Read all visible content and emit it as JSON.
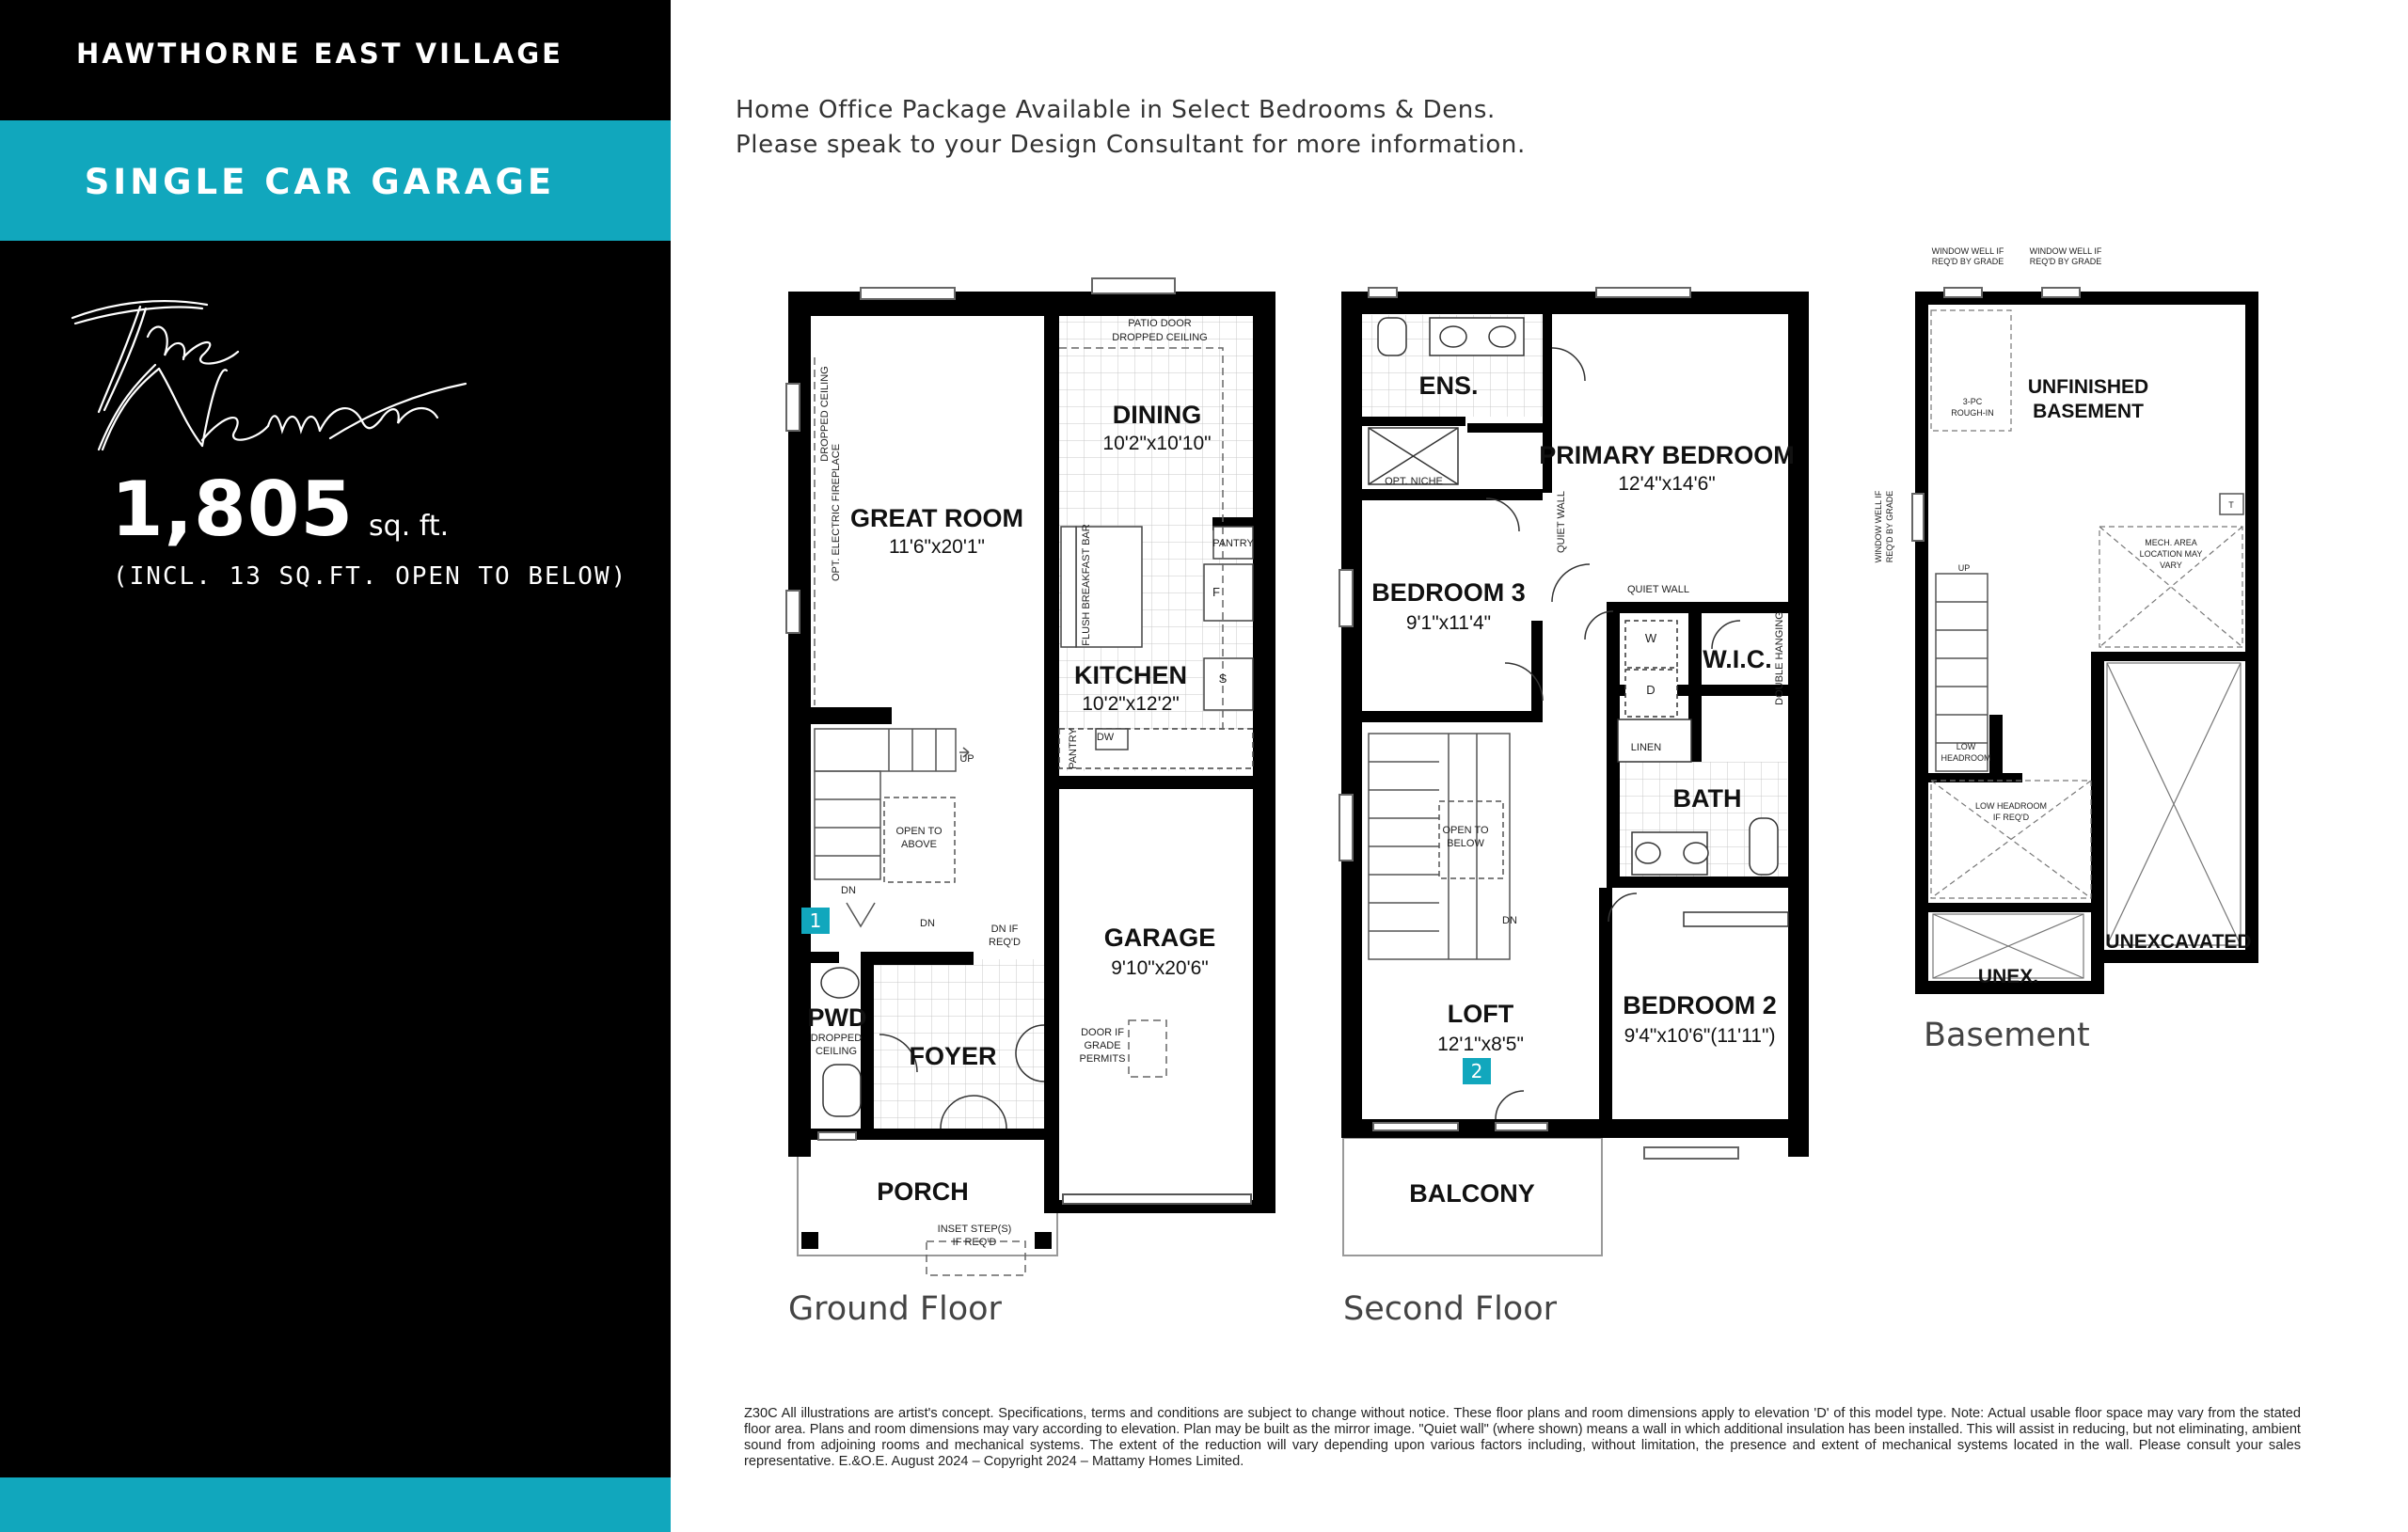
{
  "community": "HAWTHORNE EAST VILLAGE",
  "garage_type": "SINGLE CAR GARAGE",
  "model_logo": {
    "line1": "The",
    "line2": "Newman"
  },
  "area": {
    "value": "1,805",
    "unit": "sq. ft.",
    "note": "(INCL. 13 SQ.FT. OPEN TO BELOW)"
  },
  "notice": [
    "Home Office Package Available in Select Bedrooms & Dens.",
    "Please speak to your Design Consultant for more information."
  ],
  "colors": {
    "accent": "#11a7bd",
    "sidebar": "#000000",
    "wall": "#000000"
  },
  "ground_floor": {
    "caption": "Ground Floor",
    "rooms": {
      "great_room": {
        "name": "GREAT ROOM",
        "dims": "11'6\"x20'1\""
      },
      "dining": {
        "name": "DINING",
        "dims": "10'2\"x10'10\""
      },
      "kitchen": {
        "name": "KITCHEN",
        "dims": "10'2\"x12'2\""
      },
      "garage": {
        "name": "GARAGE",
        "dims": "9'10\"x20'6\""
      },
      "pwd": {
        "name": "PWD"
      },
      "foyer": {
        "name": "FOYER"
      },
      "porch": {
        "name": "PORCH"
      }
    },
    "notes": {
      "patio_door": "PATIO DOOR",
      "dropped_ceiling": "DROPPED CEILING",
      "dropped_ceiling_vertical": "DROPPED CEILING",
      "fireplace": "OPT. ELECTRIC FIREPLACE",
      "breakfast_bar": "FLUSH BREAKFAST BAR",
      "pantry": "PANTRY",
      "pantry2": "PANTRY",
      "fridge": "F",
      "stove": "S",
      "dw": "DW",
      "up": "UP",
      "open_above_1": "OPEN TO",
      "open_above_2": "ABOVE",
      "dn1": "DN",
      "dn2": "DN",
      "dn_if_1": "DN IF",
      "dn_if_2": "REQ'D",
      "pwd_ceiling_1": "DROPPED",
      "pwd_ceiling_2": "CEILING",
      "door_if_1": "DOOR IF",
      "door_if_2": "GRADE",
      "door_if_3": "PERMITS",
      "inset_1": "INSET STEP(S)",
      "inset_2": "IF REQ'D",
      "marker": "1"
    }
  },
  "second_floor": {
    "caption": "Second Floor",
    "rooms": {
      "ensuite": {
        "name": "ENS."
      },
      "primary": {
        "name": "PRIMARY BEDROOM",
        "dims": "12'4\"x14'6\""
      },
      "bedroom3": {
        "name": "BEDROOM 3",
        "dims": "9'1\"x11'4\""
      },
      "wic": {
        "name": "W.I.C."
      },
      "bath": {
        "name": "BATH"
      },
      "loft": {
        "name": "LOFT",
        "dims": "12'1\"x8'5\""
      },
      "bedroom2": {
        "name": "BEDROOM 2",
        "dims": "9'4\"x10'6\"(11'11\")"
      },
      "balcony": {
        "name": "BALCONY"
      }
    },
    "notes": {
      "opt_niche": "OPT. NICHE",
      "quiet_wall_v": "QUIET WALL",
      "quiet_wall_h": "QUIET WALL",
      "washer": "W",
      "dryer": "D",
      "double_hanging": "DOUBLE HANGING",
      "linen": "LINEN",
      "open_below_1": "OPEN TO",
      "open_below_2": "BELOW",
      "dn": "DN",
      "marker": "2"
    }
  },
  "basement": {
    "caption": "Basement",
    "rooms": {
      "unfinished_1": "UNFINISHED",
      "unfinished_2": "BASEMENT",
      "unexcavated": "UNEXCAVATED",
      "unex": "UNEX."
    },
    "notes": {
      "ww1_1": "WINDOW WELL IF",
      "ww1_2": "REQ'D BY GRADE",
      "ww2_1": "WINDOW WELL IF",
      "ww2_2": "REQ'D BY GRADE",
      "ww3_1": "WINDOW WELL IF",
      "ww3_2": "REQ'D BY GRADE",
      "rough_1": "3-PC",
      "rough_2": "ROUGH-IN",
      "mech_1": "MECH. AREA",
      "mech_2": "LOCATION MAY",
      "mech_3": "VARY",
      "tank": "T",
      "up": "UP",
      "low_headroom_1": "LOW",
      "low_headroom_2": "HEADROOM",
      "low_headroom_if_1": "LOW HEADROOM",
      "low_headroom_if_2": "IF REQ'D"
    }
  },
  "disclaimer": "Z30C All illustrations are artist's concept. Specifications, terms and conditions are subject to change without notice. These floor plans and room dimensions apply to elevation 'D' of this model type. Note: Actual usable floor space may vary from the stated floor area. Plans and room dimensions may vary according to elevation. Plan may be built as the mirror image. \"Quiet wall\" (where shown) means a wall in which additional insulation has been installed. This will assist in reducing, but not eliminating, ambient sound from adjoining rooms and mechanical systems. The extent of the reduction will vary depending upon various factors including, without limitation, the presence and extent of mechanical systems located in the wall. Please consult your sales representative. E.&O.E. August 2024 – Copyright 2024 – Mattamy Homes Limited."
}
